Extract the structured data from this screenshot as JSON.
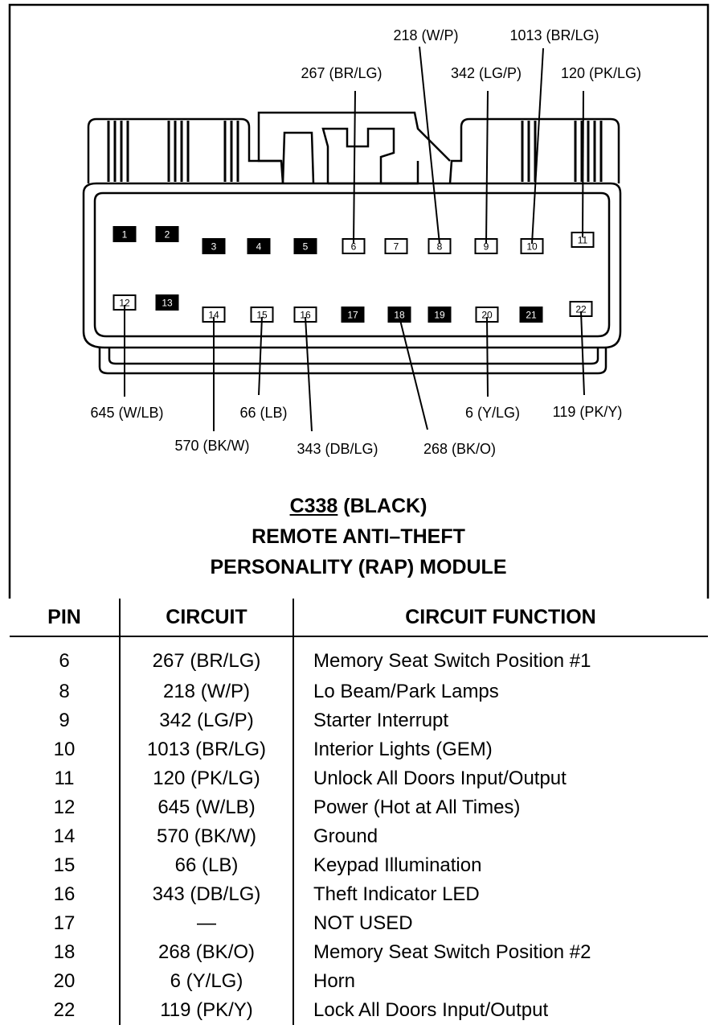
{
  "connector": {
    "id": "C338",
    "color_label": "(BLACK)",
    "title_line2": "REMOTE ANTI–THEFT",
    "title_line3": "PERSONALITY (RAP) MODULE",
    "top_row_pins": [
      {
        "n": "1",
        "filled": true
      },
      {
        "n": "2",
        "filled": true
      },
      {
        "n": "3",
        "filled": true
      },
      {
        "n": "4",
        "filled": true
      },
      {
        "n": "5",
        "filled": true
      },
      {
        "n": "6",
        "filled": false
      },
      {
        "n": "7",
        "filled": false
      },
      {
        "n": "8",
        "filled": false
      },
      {
        "n": "9",
        "filled": false
      },
      {
        "n": "10",
        "filled": false
      },
      {
        "n": "11",
        "filled": false
      }
    ],
    "bottom_row_pins": [
      {
        "n": "12",
        "filled": false
      },
      {
        "n": "13",
        "filled": true
      },
      {
        "n": "14",
        "filled": false
      },
      {
        "n": "15",
        "filled": false
      },
      {
        "n": "16",
        "filled": false
      },
      {
        "n": "17",
        "filled": true
      },
      {
        "n": "18",
        "filled": true
      },
      {
        "n": "19",
        "filled": true
      },
      {
        "n": "20",
        "filled": false
      },
      {
        "n": "21",
        "filled": true
      },
      {
        "n": "22",
        "filled": false
      }
    ],
    "callouts": [
      {
        "pin": "8",
        "text": "218 (W/P)"
      },
      {
        "pin": "10",
        "text": "1013 (BR/LG)"
      },
      {
        "pin": "6",
        "text": "267 (BR/LG)"
      },
      {
        "pin": "9",
        "text": "342 (LG/P)"
      },
      {
        "pin": "11",
        "text": "120 (PK/LG)"
      },
      {
        "pin": "12",
        "text": "645 (W/LB)"
      },
      {
        "pin": "15",
        "text": "66 (LB)"
      },
      {
        "pin": "20",
        "text": "6 (Y/LG)"
      },
      {
        "pin": "22",
        "text": "119 (PK/Y)"
      },
      {
        "pin": "14",
        "text": "570 (BK/W)"
      },
      {
        "pin": "16",
        "text": "343 (DB/LG)"
      },
      {
        "pin": "18",
        "text": "268 (BK/O)"
      }
    ]
  },
  "table": {
    "headers": [
      "PIN",
      "CIRCUIT",
      "CIRCUIT FUNCTION"
    ],
    "rows": [
      [
        "6",
        "267 (BR/LG)",
        "Memory Seat Switch Position #1"
      ],
      [
        "8",
        "218 (W/P)",
        "Lo Beam/Park Lamps"
      ],
      [
        "9",
        "342 (LG/P)",
        "Starter Interrupt"
      ],
      [
        "10",
        "1013 (BR/LG)",
        "Interior Lights (GEM)"
      ],
      [
        "11",
        "120 (PK/LG)",
        "Unlock All Doors Input/Output"
      ],
      [
        "12",
        "645 (W/LB)",
        "Power (Hot at All Times)"
      ],
      [
        "14",
        "570 (BK/W)",
        "Ground"
      ],
      [
        "15",
        "66 (LB)",
        "Keypad Illumination"
      ],
      [
        "16",
        "343 (DB/LG)",
        "Theft Indicator LED"
      ],
      [
        "17",
        "—",
        "NOT USED"
      ],
      [
        "18",
        "268 (BK/O)",
        "Memory Seat Switch Position #2"
      ],
      [
        "20",
        "6 (Y/LG)",
        "Horn"
      ],
      [
        "22",
        "119 (PK/Y)",
        "Lock All Doors Input/Output"
      ]
    ]
  }
}
